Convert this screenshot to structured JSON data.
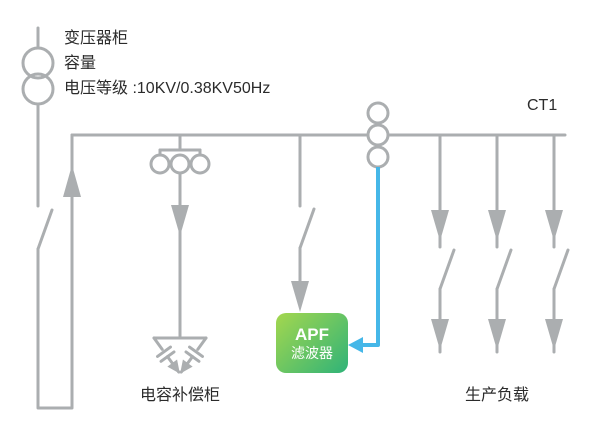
{
  "colors": {
    "line": "#abaeb0",
    "blue": "#45b7e8",
    "text": "#2b2b2b",
    "apf_gradient_start": "#a4d74e",
    "apf_gradient_end": "#2fb378"
  },
  "labels": {
    "transformer_cabinet": "变压器柜",
    "capacity": "容量",
    "voltage_level": "电压等级 :10KV/0.38KV50Hz",
    "ct1": "CT1",
    "capacitor_cabinet": "电容补偿柜",
    "apf_line1": "APF",
    "apf_line2": "滤波器",
    "production_load": "生产负载"
  }
}
